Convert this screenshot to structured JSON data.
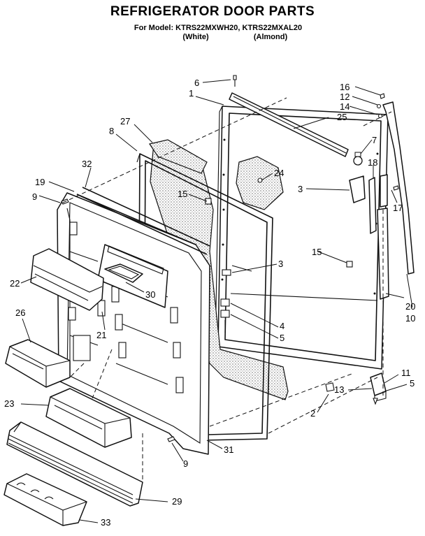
{
  "header": {
    "title": "REFRIGERATOR DOOR PARTS",
    "model_line": "For Model: KTRS22MXWH20, KTRS22MXAL20",
    "variant_white": "(White)",
    "variant_almond": "(Almond)"
  },
  "callouts": {
    "c1": "1",
    "c2": "2",
    "c3a": "3",
    "c3b": "3",
    "c4": "4",
    "c5a": "5",
    "c5b": "5",
    "c6": "6",
    "c7": "7",
    "c8": "8",
    "c9a": "9",
    "c9b": "9",
    "c10": "10",
    "c11": "11",
    "c12": "12",
    "c13": "13",
    "c14": "14",
    "c15a": "15",
    "c15b": "15",
    "c16": "16",
    "c17": "17",
    "c18": "18",
    "c19": "19",
    "c20": "20",
    "c21": "21",
    "c22": "22",
    "c23": "23",
    "c24": "24",
    "c25": "25",
    "c26": "26",
    "c27": "27",
    "c29": "29",
    "c30": "30",
    "c31": "31",
    "c32": "32",
    "c33": "33"
  }
}
